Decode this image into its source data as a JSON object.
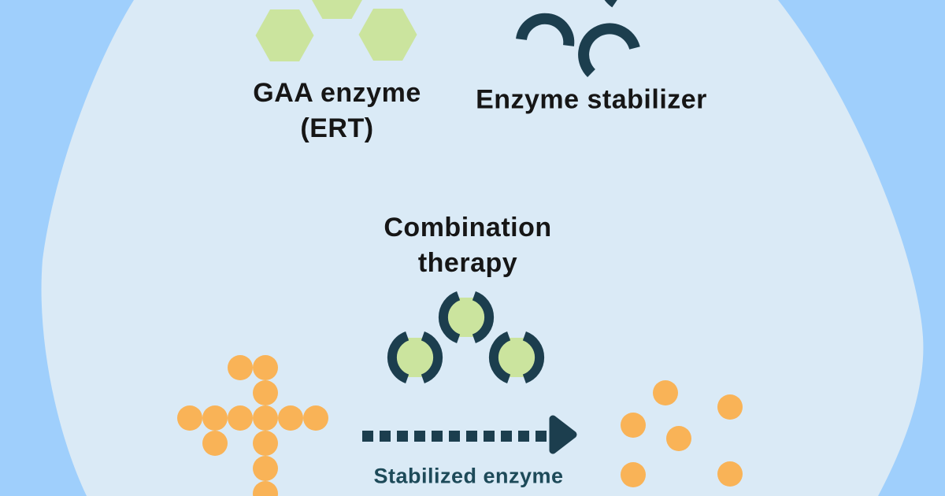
{
  "figure_type": "pompe-disease-therapy-infographic",
  "labels": {
    "gaa_enzyme_line1": "GAA enzyme",
    "gaa_enzyme_line2": "(ERT)",
    "enzyme_stabilizer": "Enzyme stabilizer",
    "combination_line1": "Combination",
    "combination_line2": "therapy",
    "arrow_caption": "Stabilized enzyme"
  },
  "colors": {
    "bg": "#9fcffc",
    "cell": "#daeaf6",
    "green": "#cbe49e",
    "teal": "#1c3e4e",
    "orange": "#f9b357",
    "text-dark": "#161616",
    "text-teal": "#1d4a59"
  },
  "shapes": {
    "gaa_hexagon_count": 3,
    "stabilizer_arc_count": 3,
    "combination_unit_count": 3,
    "glycogen_cluster_dot_count": 13,
    "free_glucose_dot_count": 6,
    "arrow_dash_count": 11,
    "arrow_direction": "right"
  }
}
